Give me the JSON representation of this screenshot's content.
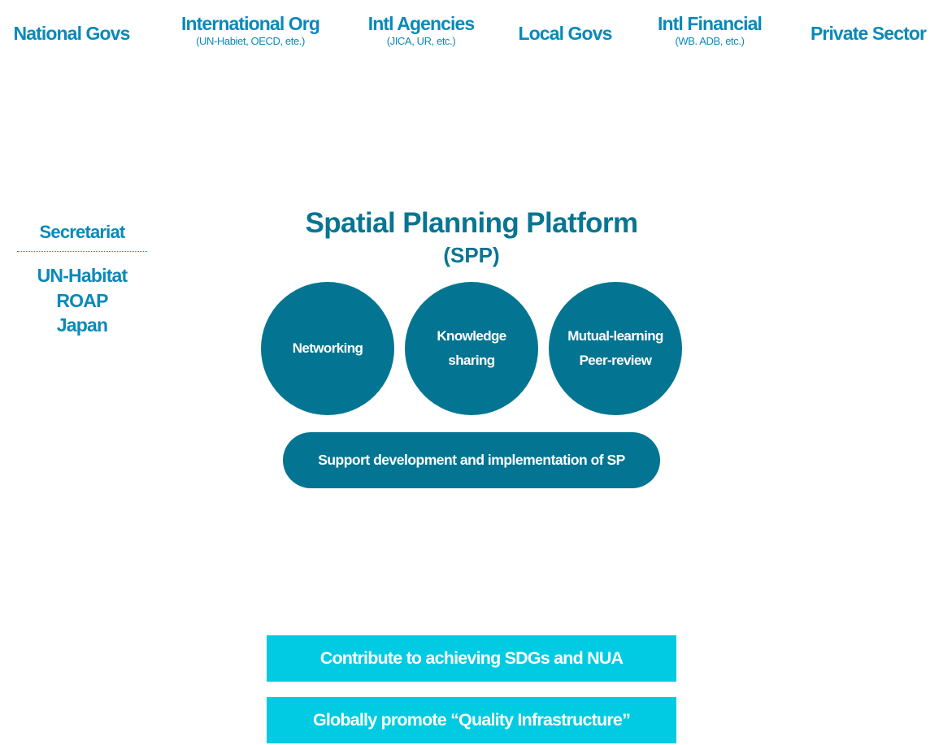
{
  "stakeholders": [
    {
      "name": "National Govs",
      "sub": ""
    },
    {
      "name": "International Org",
      "sub": "(UN-Habiet, OECD, ete.)"
    },
    {
      "name": "Intl Agencies",
      "sub": "(JICA, UR, etc.)"
    },
    {
      "name": "Local Govs",
      "sub": ""
    },
    {
      "name": "Intl Financial",
      "sub": "(WB. ADB, etc.)"
    },
    {
      "name": "Private Sector",
      "sub": ""
    }
  ],
  "secretariat": {
    "label": "Secretariat",
    "org_lines": [
      "UN-Habitat",
      "ROAP",
      "Japan"
    ]
  },
  "platform": {
    "title": "Spatial Planning Platform",
    "abbr": "(SPP)"
  },
  "functions": [
    "Networking",
    "Knowledge\nsharing",
    "Mutual-learning\nPeer-review"
  ],
  "support": "Support development and implementation of SP",
  "outcomes": [
    "Contribute to achieving SDGs and NUA",
    "Globally promote “Quality Infrastructure”"
  ],
  "colors": {
    "stakeholder_text": "#0a89b9",
    "platform_dark": "#037592",
    "outcome_bar": "#00cbe3"
  }
}
